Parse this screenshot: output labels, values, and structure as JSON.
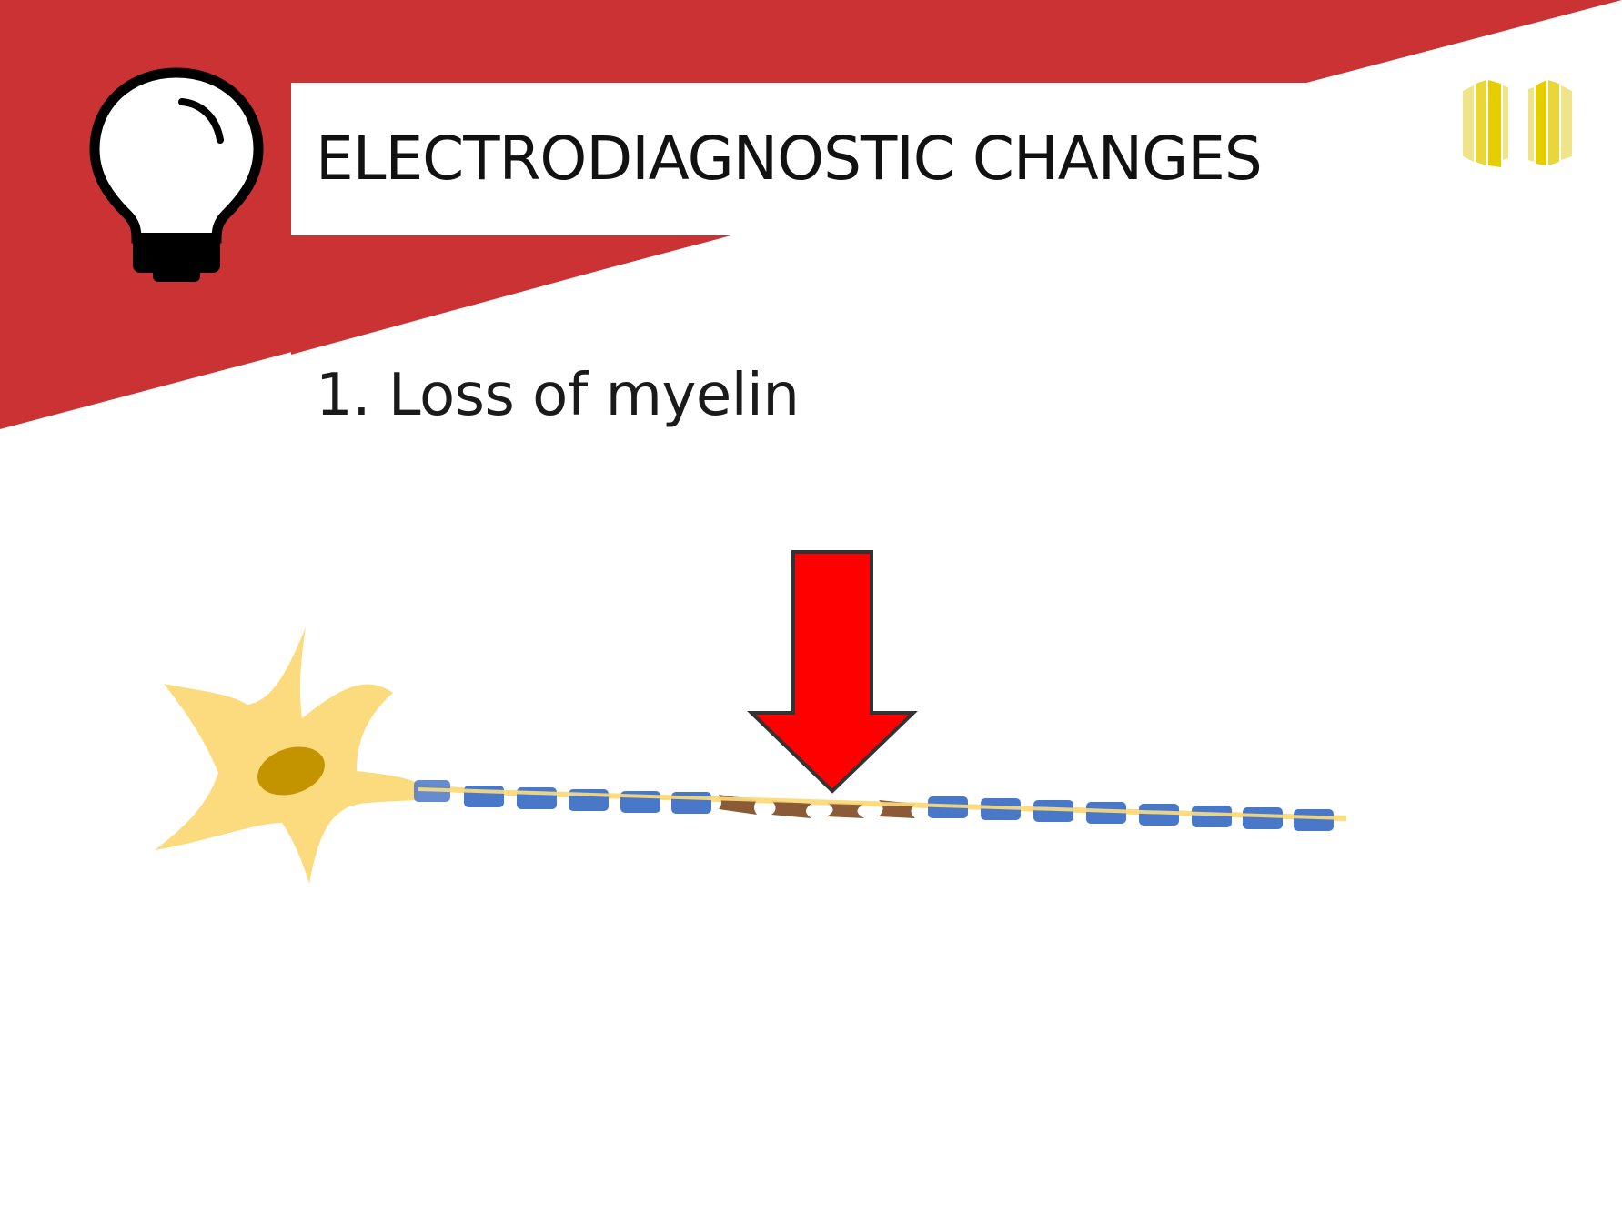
{
  "slide": {
    "title": "ELECTRODIAGNOSTIC CHANGES",
    "point": "1. Loss of myelin"
  },
  "colors": {
    "banner_red": "#cb3234",
    "neuron_body": "#fcdb7e",
    "nucleus": "#c49400",
    "myelin": "#4a78c8",
    "damaged_myelin": "#8b5a36",
    "arrow": "#ff0000",
    "logo_yellow": "#e6cd00"
  },
  "icons": {
    "bulb": "lightbulb-icon",
    "logo": "book-stripes-logo",
    "arrow": "down-arrow-icon"
  }
}
